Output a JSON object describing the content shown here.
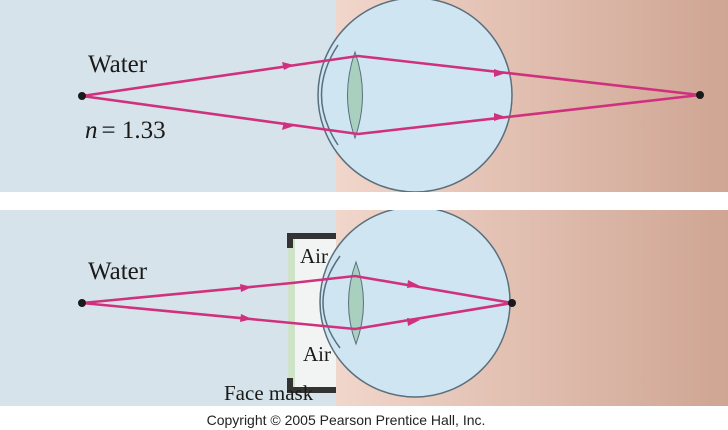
{
  "colors": {
    "water": "#d6e3ea",
    "tissue_start": "#f1d6cb",
    "tissue_end": "#cfa593",
    "eyeball": "#cfe6f2",
    "eyeball_stroke": "#5a6f7d",
    "lens": "#a9cfbf",
    "ray": "#d0317e",
    "mask_glass": "#cfe3c8",
    "mask_frame": "#333333"
  },
  "top_panel": {
    "medium_label": "Water",
    "index_prefix": "n",
    "index_value": "= 1.33"
  },
  "bottom_panel": {
    "medium_label": "Water",
    "air_label_top": "Air",
    "air_label_bottom": "Air",
    "mask_label": "Face mask"
  },
  "copyright": "Copyright © 2005 Pearson Prentice Hall, Inc."
}
